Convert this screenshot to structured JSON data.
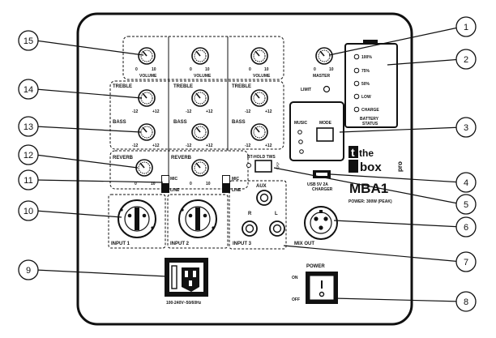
{
  "callouts": [
    "1",
    "2",
    "3",
    "4",
    "5",
    "6",
    "7",
    "8",
    "9",
    "10",
    "11",
    "12",
    "13",
    "14",
    "15"
  ],
  "channel_labels": {
    "volume": "VOLUME",
    "treble": "TREBLE",
    "bass": "BASS",
    "reverb": "REVERB",
    "master": "MASTER",
    "limit": "LIMIT",
    "knob_min": "0",
    "knob_max": "10",
    "eq_min": "-12",
    "eq_max": "+12"
  },
  "switch_labels": {
    "mic": "MIC",
    "line": "LINE"
  },
  "inputs": {
    "input1": "INPUT 1",
    "input2": "INPUT 2",
    "input3": "INPUT 3",
    "aux": "AUX",
    "r": "R",
    "l": "L",
    "mix_out": "MIX OUT"
  },
  "battery": {
    "levels": [
      "100%",
      "75%",
      "50%",
      "LOW",
      "CHARGE"
    ],
    "status_line1": "BATTERY",
    "status_line2": "STATUS"
  },
  "mode": {
    "music": "MUSIC",
    "mode": "MODE",
    "bt_hold": "BT-HOLD TWS"
  },
  "usb": {
    "line1": "USB 5V 2A",
    "line2": "CHARGER"
  },
  "brand": {
    "the1": "the",
    "box": "box",
    "pro": "pro",
    "model": "MBA1",
    "power_rating": "POWER: 300W (PEAK)"
  },
  "power": {
    "title": "POWER",
    "on": "ON",
    "off": "OFF",
    "mains": "100-240V~50/60Hz"
  }
}
